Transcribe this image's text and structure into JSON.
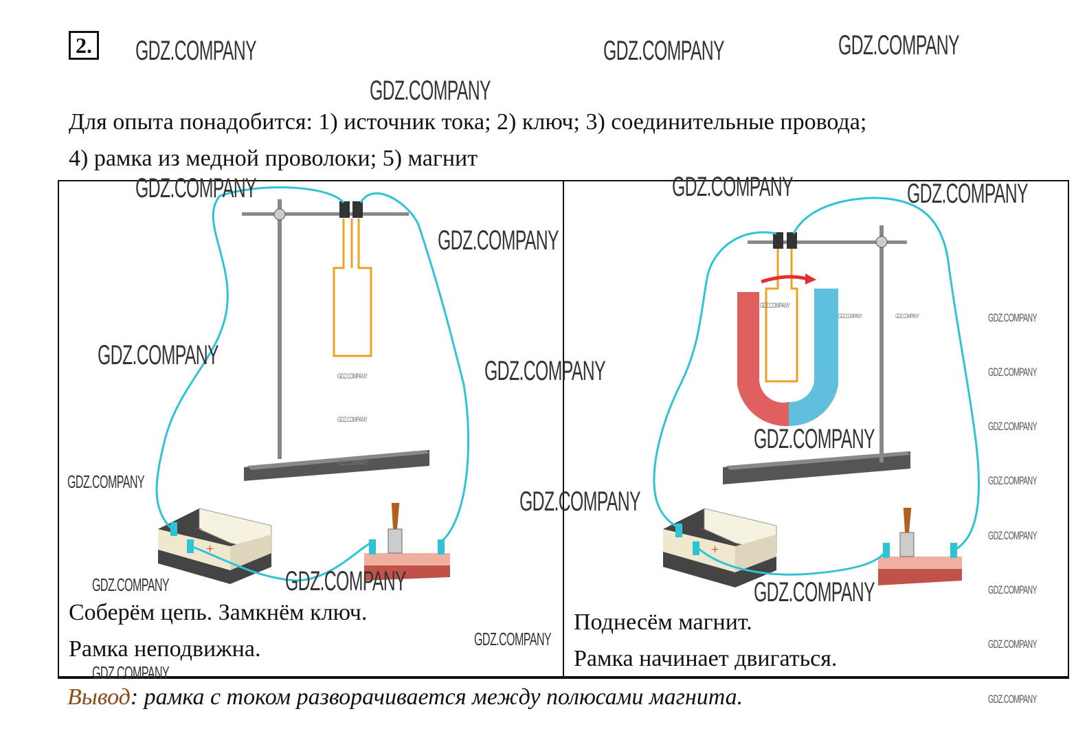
{
  "task": {
    "number": "2.",
    "materials_line1": "Для опыта понадобится: 1) источник тока; 2) ключ; 3) соединительные провода;",
    "materials_line2": "4) рамка из медной проволоки; 5) магнит"
  },
  "left_panel": {
    "line1": "Соберём цепь. Замкнём ключ.",
    "line2": "Рамка неподвижна."
  },
  "right_panel": {
    "line1": "Поднесём магнит.",
    "line2": "Рамка начинает двигаться."
  },
  "conclusion": {
    "label": "Вывод",
    "text": ": рамка с током разворачивается между полюсами магнита."
  },
  "watermark": "GDZ.COMPANY",
  "colors": {
    "wire": "#2ec4d6",
    "frame": "#f0a020",
    "magnet_red": "#e06060",
    "magnet_blue": "#4fb8d8",
    "conclusion_label": "#8a4a12"
  }
}
